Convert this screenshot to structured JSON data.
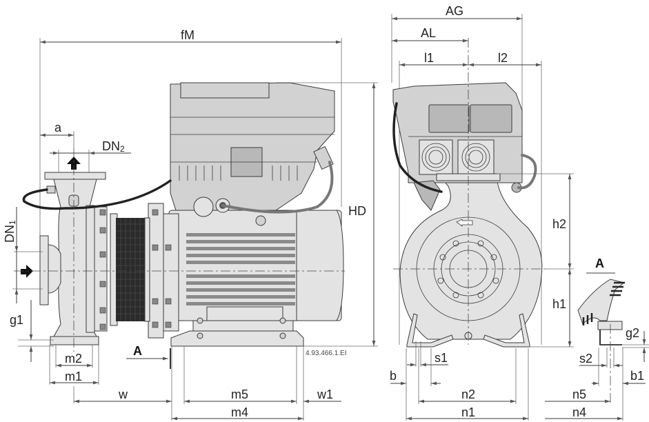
{
  "drawing": {
    "reference_code": "4.93.466.1.EI",
    "side_view": {
      "dimensions": {
        "fM": "fM",
        "a": "a",
        "DN2": "DN",
        "DN2_sub": "2",
        "DN1": "DN",
        "DN1_sub": "1",
        "HD": "HD",
        "g1": "g1",
        "m2": "m2",
        "m1": "m1",
        "w": "w",
        "m5": "m5",
        "w1": "w1",
        "m4": "m4"
      },
      "view_marker": "A"
    },
    "front_view": {
      "dimensions": {
        "AG": "AG",
        "AL": "AL",
        "l1": "l1",
        "l2": "l2",
        "h2": "h2",
        "h1": "h1",
        "s1": "s1",
        "b": "b",
        "n2": "n2",
        "n1": "n1"
      }
    },
    "detail_view": {
      "title": "A",
      "dimensions": {
        "g2": "g2",
        "s2": "s2",
        "b1": "b1",
        "n5": "n5",
        "n4": "n4"
      }
    },
    "colors": {
      "body": "#e3e3e3",
      "housing": "#d2d2d2",
      "line": "#3a3a3a"
    }
  }
}
